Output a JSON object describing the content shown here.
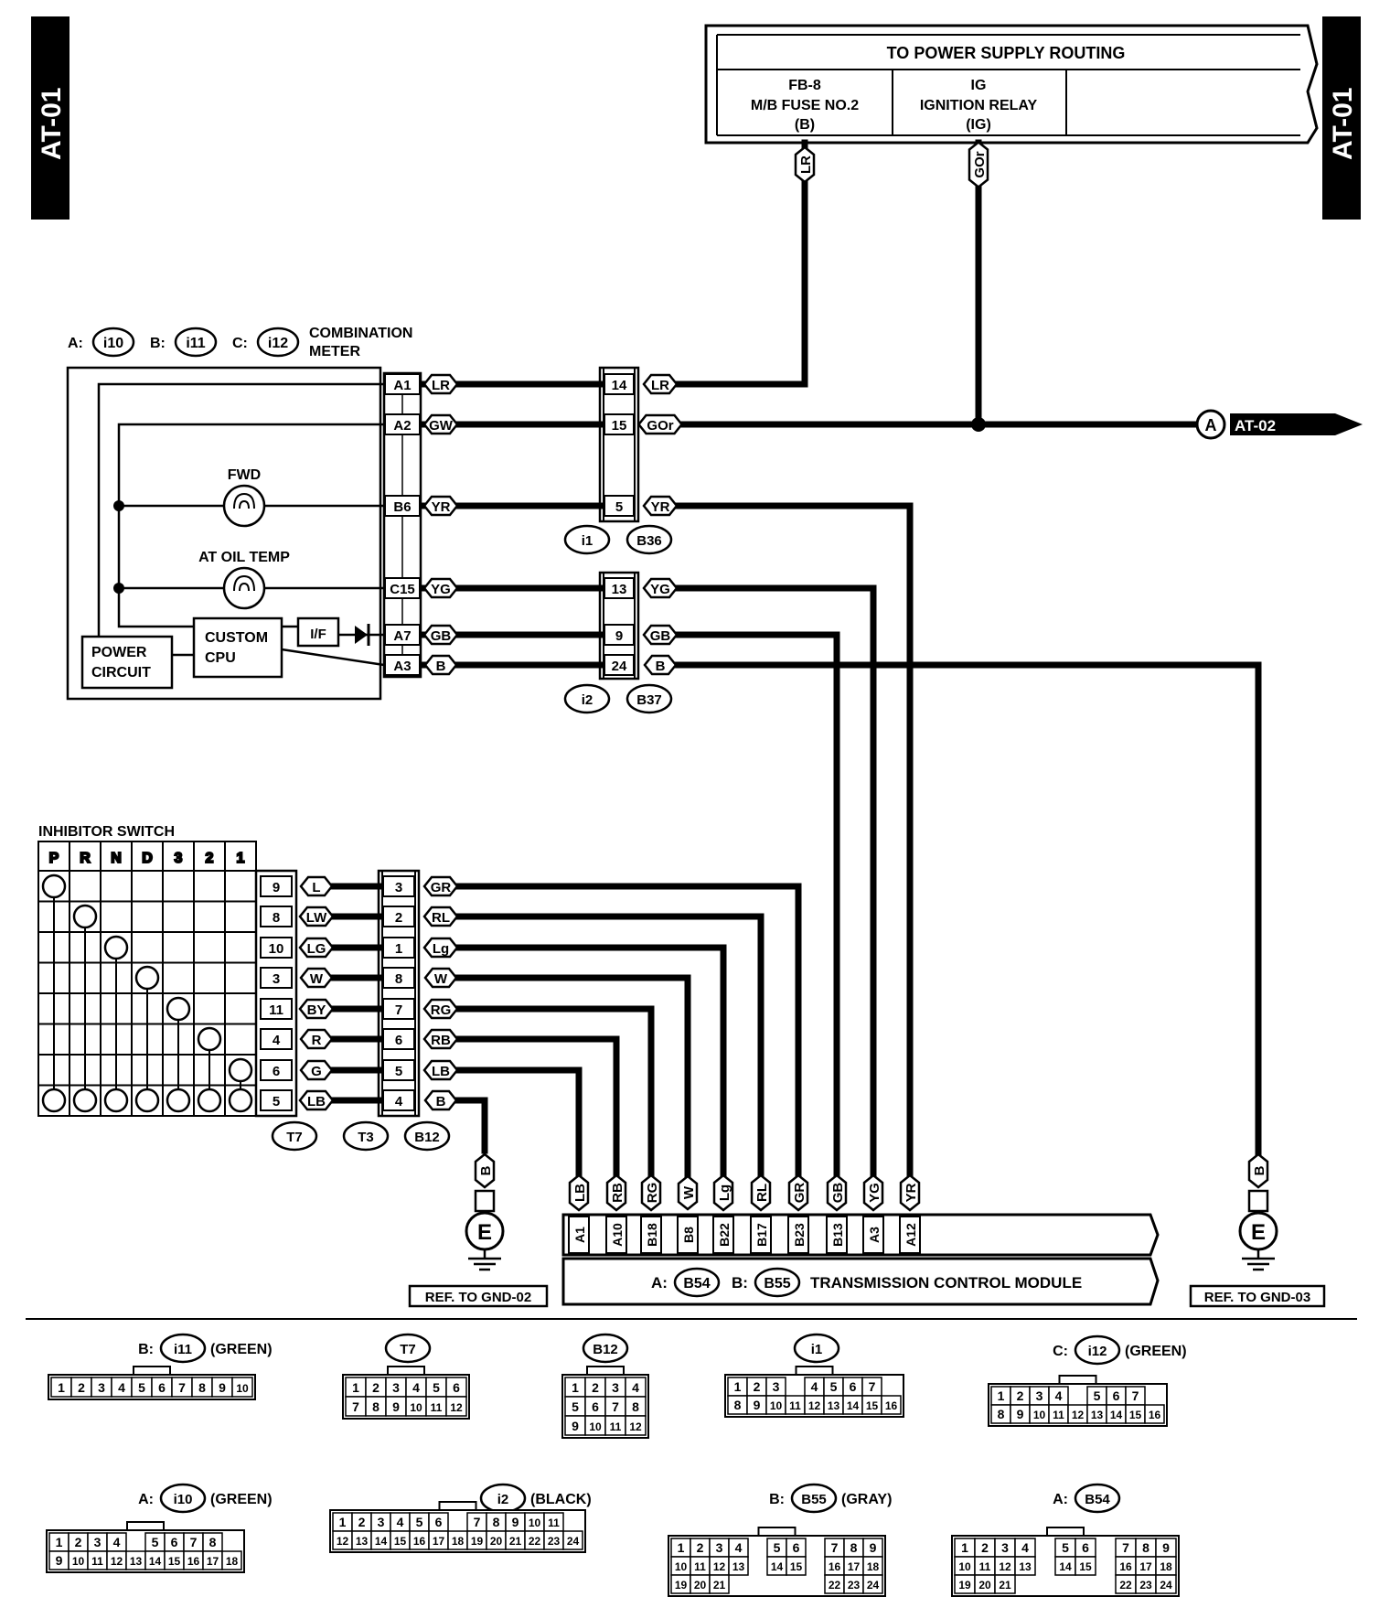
{
  "page": {
    "tab_left": "AT-01",
    "tab_right": "AT-01"
  },
  "power_supply": {
    "title": "TO POWER SUPPLY ROUTING",
    "col1": [
      "FB-8",
      "M/B FUSE NO.2",
      "(B)"
    ],
    "col2": [
      "IG",
      "IGNITION RELAY",
      "(IG)"
    ],
    "wire1": "LR",
    "wire2": "GOr"
  },
  "combination_meter": {
    "label_a": "A:",
    "conn_a": "i10",
    "label_b": "B:",
    "conn_b": "i11",
    "label_c": "C:",
    "conn_c": "i12",
    "title_1": "COMBINATION",
    "title_2": "METER",
    "fwd": "FWD",
    "oil": "AT OIL TEMP",
    "cpu_1": "CUSTOM",
    "cpu_2": "CPU",
    "power_1": "POWER",
    "power_2": "CIRCUIT",
    "if": "I/F",
    "pins": [
      {
        "pin": "A1",
        "wire": "LR"
      },
      {
        "pin": "A2",
        "wire": "GW"
      },
      {
        "pin": "B6",
        "wire": "YR"
      },
      {
        "pin": "C15",
        "wire": "YG"
      },
      {
        "pin": "A7",
        "wire": "GB"
      },
      {
        "pin": "A3",
        "wire": "B"
      }
    ]
  },
  "junction_i1": {
    "pins": [
      {
        "pin": "14",
        "wire": "LR"
      },
      {
        "pin": "15",
        "wire": "GOr"
      },
      {
        "pin": "5",
        "wire": "YR"
      }
    ],
    "conn_1": "i1",
    "conn_2": "B36"
  },
  "junction_i2": {
    "pins": [
      {
        "pin": "13",
        "wire": "YG"
      },
      {
        "pin": "9",
        "wire": "GB"
      },
      {
        "pin": "24",
        "wire": "B"
      }
    ],
    "conn_1": "i2",
    "conn_2": "B37"
  },
  "ref_at02": {
    "letter": "A",
    "label": "AT-02"
  },
  "inhibitor": {
    "title": "INHIBITOR SWITCH",
    "positions": [
      "P",
      "R",
      "N",
      "D",
      "3",
      "2",
      "1"
    ],
    "pins": [
      {
        "pin": "9",
        "wire": "L"
      },
      {
        "pin": "8",
        "wire": "LW"
      },
      {
        "pin": "10",
        "wire": "LG"
      },
      {
        "pin": "3",
        "wire": "W"
      },
      {
        "pin": "11",
        "wire": "BY"
      },
      {
        "pin": "4",
        "wire": "R"
      },
      {
        "pin": "6",
        "wire": "G"
      },
      {
        "pin": "5",
        "wire": "LB"
      }
    ],
    "conn_t7": "T7"
  },
  "junction_t3": {
    "pins": [
      {
        "pin": "3",
        "wire": "GR"
      },
      {
        "pin": "2",
        "wire": "RL"
      },
      {
        "pin": "1",
        "wire": "Lg"
      },
      {
        "pin": "8",
        "wire": "W"
      },
      {
        "pin": "7",
        "wire": "RG"
      },
      {
        "pin": "6",
        "wire": "RB"
      },
      {
        "pin": "5",
        "wire": "LB"
      },
      {
        "pin": "4",
        "wire": "B"
      }
    ],
    "conn_1": "T3",
    "conn_2": "B12"
  },
  "tcm": {
    "wires": [
      "LB",
      "RB",
      "RG",
      "W",
      "Lg",
      "RL",
      "GR",
      "GB",
      "YG",
      "YR"
    ],
    "pins": [
      "A1",
      "A10",
      "B18",
      "B8",
      "B22",
      "B17",
      "B23",
      "B13",
      "A3",
      "A12"
    ],
    "label_a": "A:",
    "conn_a": "B54",
    "label_b": "B:",
    "conn_b": "B55",
    "title": "TRANSMISSION CONTROL MODULE"
  },
  "grounds": [
    {
      "wire": "B",
      "symbol": "E",
      "ref": "REF. TO GND-02"
    },
    {
      "wire": "B",
      "symbol": "E",
      "ref": "REF. TO GND-03"
    }
  ],
  "connector_views": [
    {
      "prefix": "B:",
      "name": "i11",
      "note": "(GREEN)",
      "rows": [
        [
          "1",
          "2",
          "3",
          "4",
          "5",
          "6",
          "7",
          "8",
          "9",
          "10"
        ]
      ]
    },
    {
      "prefix": "",
      "name": "T7",
      "note": "",
      "rows": [
        [
          "1",
          "2",
          "3",
          "4",
          "5",
          "6"
        ],
        [
          "7",
          "8",
          "9",
          "10",
          "11",
          "12"
        ]
      ]
    },
    {
      "prefix": "",
      "name": "B12",
      "note": "",
      "rows": [
        [
          "1",
          "2",
          "3",
          "4"
        ],
        [
          "5",
          "6",
          "7",
          "8"
        ],
        [
          "9",
          "10",
          "11",
          "12"
        ]
      ]
    },
    {
      "prefix": "",
      "name": "i1",
      "note": "",
      "rows": [
        [
          "1",
          "2",
          "3",
          "",
          "4",
          "5",
          "6",
          "7"
        ],
        [
          "8",
          "9",
          "10",
          "11",
          "12",
          "13",
          "14",
          "15",
          "16"
        ]
      ]
    },
    {
      "prefix": "C:",
      "name": "i12",
      "note": "(GREEN)",
      "rows": [
        [
          "1",
          "2",
          "3",
          "4",
          "",
          "5",
          "6",
          "7"
        ],
        [
          "8",
          "9",
          "10",
          "11",
          "12",
          "13",
          "14",
          "15",
          "16"
        ]
      ]
    },
    {
      "prefix": "A:",
      "name": "i10",
      "note": "(GREEN)",
      "rows": [
        [
          "1",
          "2",
          "3",
          "4",
          "",
          "5",
          "6",
          "7",
          "8"
        ],
        [
          "9",
          "10",
          "11",
          "12",
          "13",
          "14",
          "15",
          "16",
          "17",
          "18"
        ]
      ]
    },
    {
      "prefix": "",
      "name": "i2",
      "note": "(BLACK)",
      "rows": [
        [
          "1",
          "2",
          "3",
          "4",
          "5",
          "6",
          "",
          "7",
          "8",
          "9",
          "10",
          "11"
        ],
        [
          "12",
          "13",
          "14",
          "15",
          "16",
          "17",
          "18",
          "19",
          "20",
          "21",
          "22",
          "23",
          "24"
        ]
      ]
    },
    {
      "prefix": "B:",
      "name": "B55",
      "note": "(GRAY)",
      "rows": [
        [
          "1",
          "2",
          "3",
          "4",
          "",
          "5",
          "6",
          "",
          "7",
          "8",
          "9"
        ],
        [
          "10",
          "11",
          "12",
          "13",
          "",
          "14",
          "15",
          "",
          "16",
          "17",
          "18"
        ],
        [
          "19",
          "20",
          "21",
          "",
          "",
          "",
          "",
          "",
          "22",
          "23",
          "24"
        ]
      ]
    },
    {
      "prefix": "A:",
      "name": "B54",
      "note": "",
      "rows": [
        [
          "1",
          "2",
          "3",
          "4",
          "",
          "5",
          "6",
          "",
          "7",
          "8",
          "9"
        ],
        [
          "10",
          "11",
          "12",
          "13",
          "",
          "14",
          "15",
          "",
          "16",
          "17",
          "18"
        ],
        [
          "19",
          "20",
          "21",
          "",
          "",
          "",
          "",
          "",
          "22",
          "23",
          "24"
        ]
      ]
    }
  ]
}
